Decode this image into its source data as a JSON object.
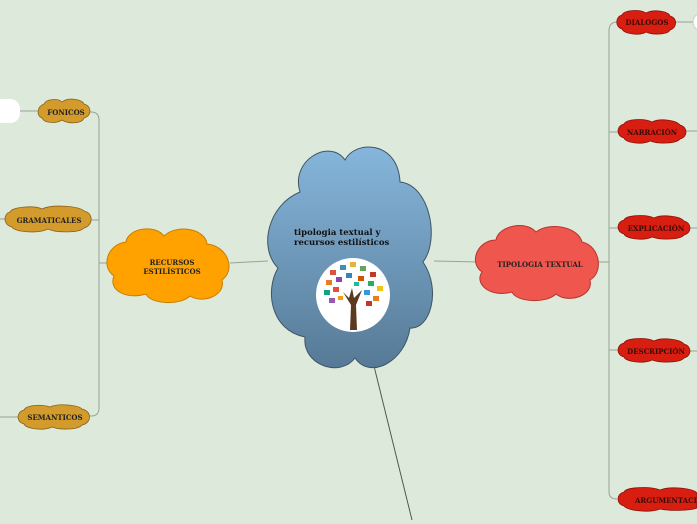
{
  "central": {
    "title_line1": "tipologia textual y",
    "title_line2": "recursos estilísticos",
    "image_icon": "book-tree-icon"
  },
  "left_branch": {
    "label_line1": "RECURSOS",
    "label_line2": "ESTILÍSTICOS",
    "children": [
      "FONICOS",
      "GRAMATICALES",
      "SEMANTICOS"
    ]
  },
  "right_branch": {
    "label": "TIPOLOGIA TEXTUAL",
    "children": [
      "DIALOGOS",
      "NARRACIÓN",
      "EXPLICACIÓN",
      "DESCRIPCIÓN",
      "ARGUMENTACIÓN"
    ]
  },
  "colors": {
    "background": "#dce9db",
    "central_top": "#7fb0d8",
    "central_bottom": "#5a7f9c",
    "left_main": "#ffa200",
    "left_child": "#d39a2c",
    "right_main": "#ef564d",
    "right_child": "#d81e10",
    "line": "#9aa39a"
  }
}
